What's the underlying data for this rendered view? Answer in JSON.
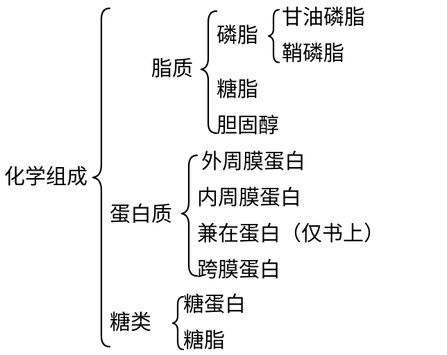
{
  "root": "化学组成",
  "branches": {
    "lipid": {
      "label": "脂质",
      "phospholipid": {
        "label": "磷脂",
        "items": [
          "甘油磷脂",
          "鞘磷脂"
        ]
      },
      "glycolipid": "糖脂",
      "cholesterol": "胆固醇"
    },
    "protein": {
      "label": "蛋白质",
      "items": [
        "外周膜蛋白",
        "内周膜蛋白",
        "兼在蛋白（仅书上）",
        "跨膜蛋白"
      ]
    },
    "sugar": {
      "label": "糖类",
      "items": [
        "糖蛋白",
        "糖脂"
      ]
    }
  }
}
